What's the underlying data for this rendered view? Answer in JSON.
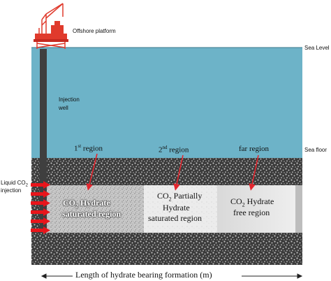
{
  "labels": {
    "offshore_platform": "Offshore platform",
    "sea_level": "Sea Level",
    "sea_floor": "Sea floor",
    "injection_well_line1": "Injection",
    "injection_well_line2": "well",
    "liquid_co2_line1_main": "Liquid CO",
    "liquid_co2_line1_sub": "2",
    "liquid_co2_line2": "injection",
    "region1_title_main": "1",
    "region1_title_sup": "st",
    "region1_title_rest": " region",
    "region2_title_main": "2",
    "region2_title_sup": "nd",
    "region2_title_rest": " region",
    "region3_title": "far region",
    "region1_box_line1_main": "CO",
    "region1_box_line1_sub": "2",
    "region1_box_line1_rest": " Hydrate",
    "region1_box_line2": "saturated region",
    "region2_box_line1_main": "CO",
    "region2_box_line1_sub": "2",
    "region2_box_line1_rest": " Partially",
    "region2_box_line2": "Hydrate",
    "region2_box_line3": "saturated  region",
    "region3_box_line1_main": "CO",
    "region3_box_line1_sub": "2",
    "region3_box_line1_rest": " Hydrate",
    "region3_box_line2": "free region",
    "length_axis": "Length of hydrate bearing formation (m)"
  },
  "colors": {
    "sea": "#6db3c8",
    "platform": "#e03a2c",
    "injection_arrows": "#e8151b",
    "region_arrows": "#e3262e",
    "well": "#3f3f3f"
  },
  "icons": {
    "platform": "offshore-platform-icon",
    "arrow": "arrow-icon"
  }
}
